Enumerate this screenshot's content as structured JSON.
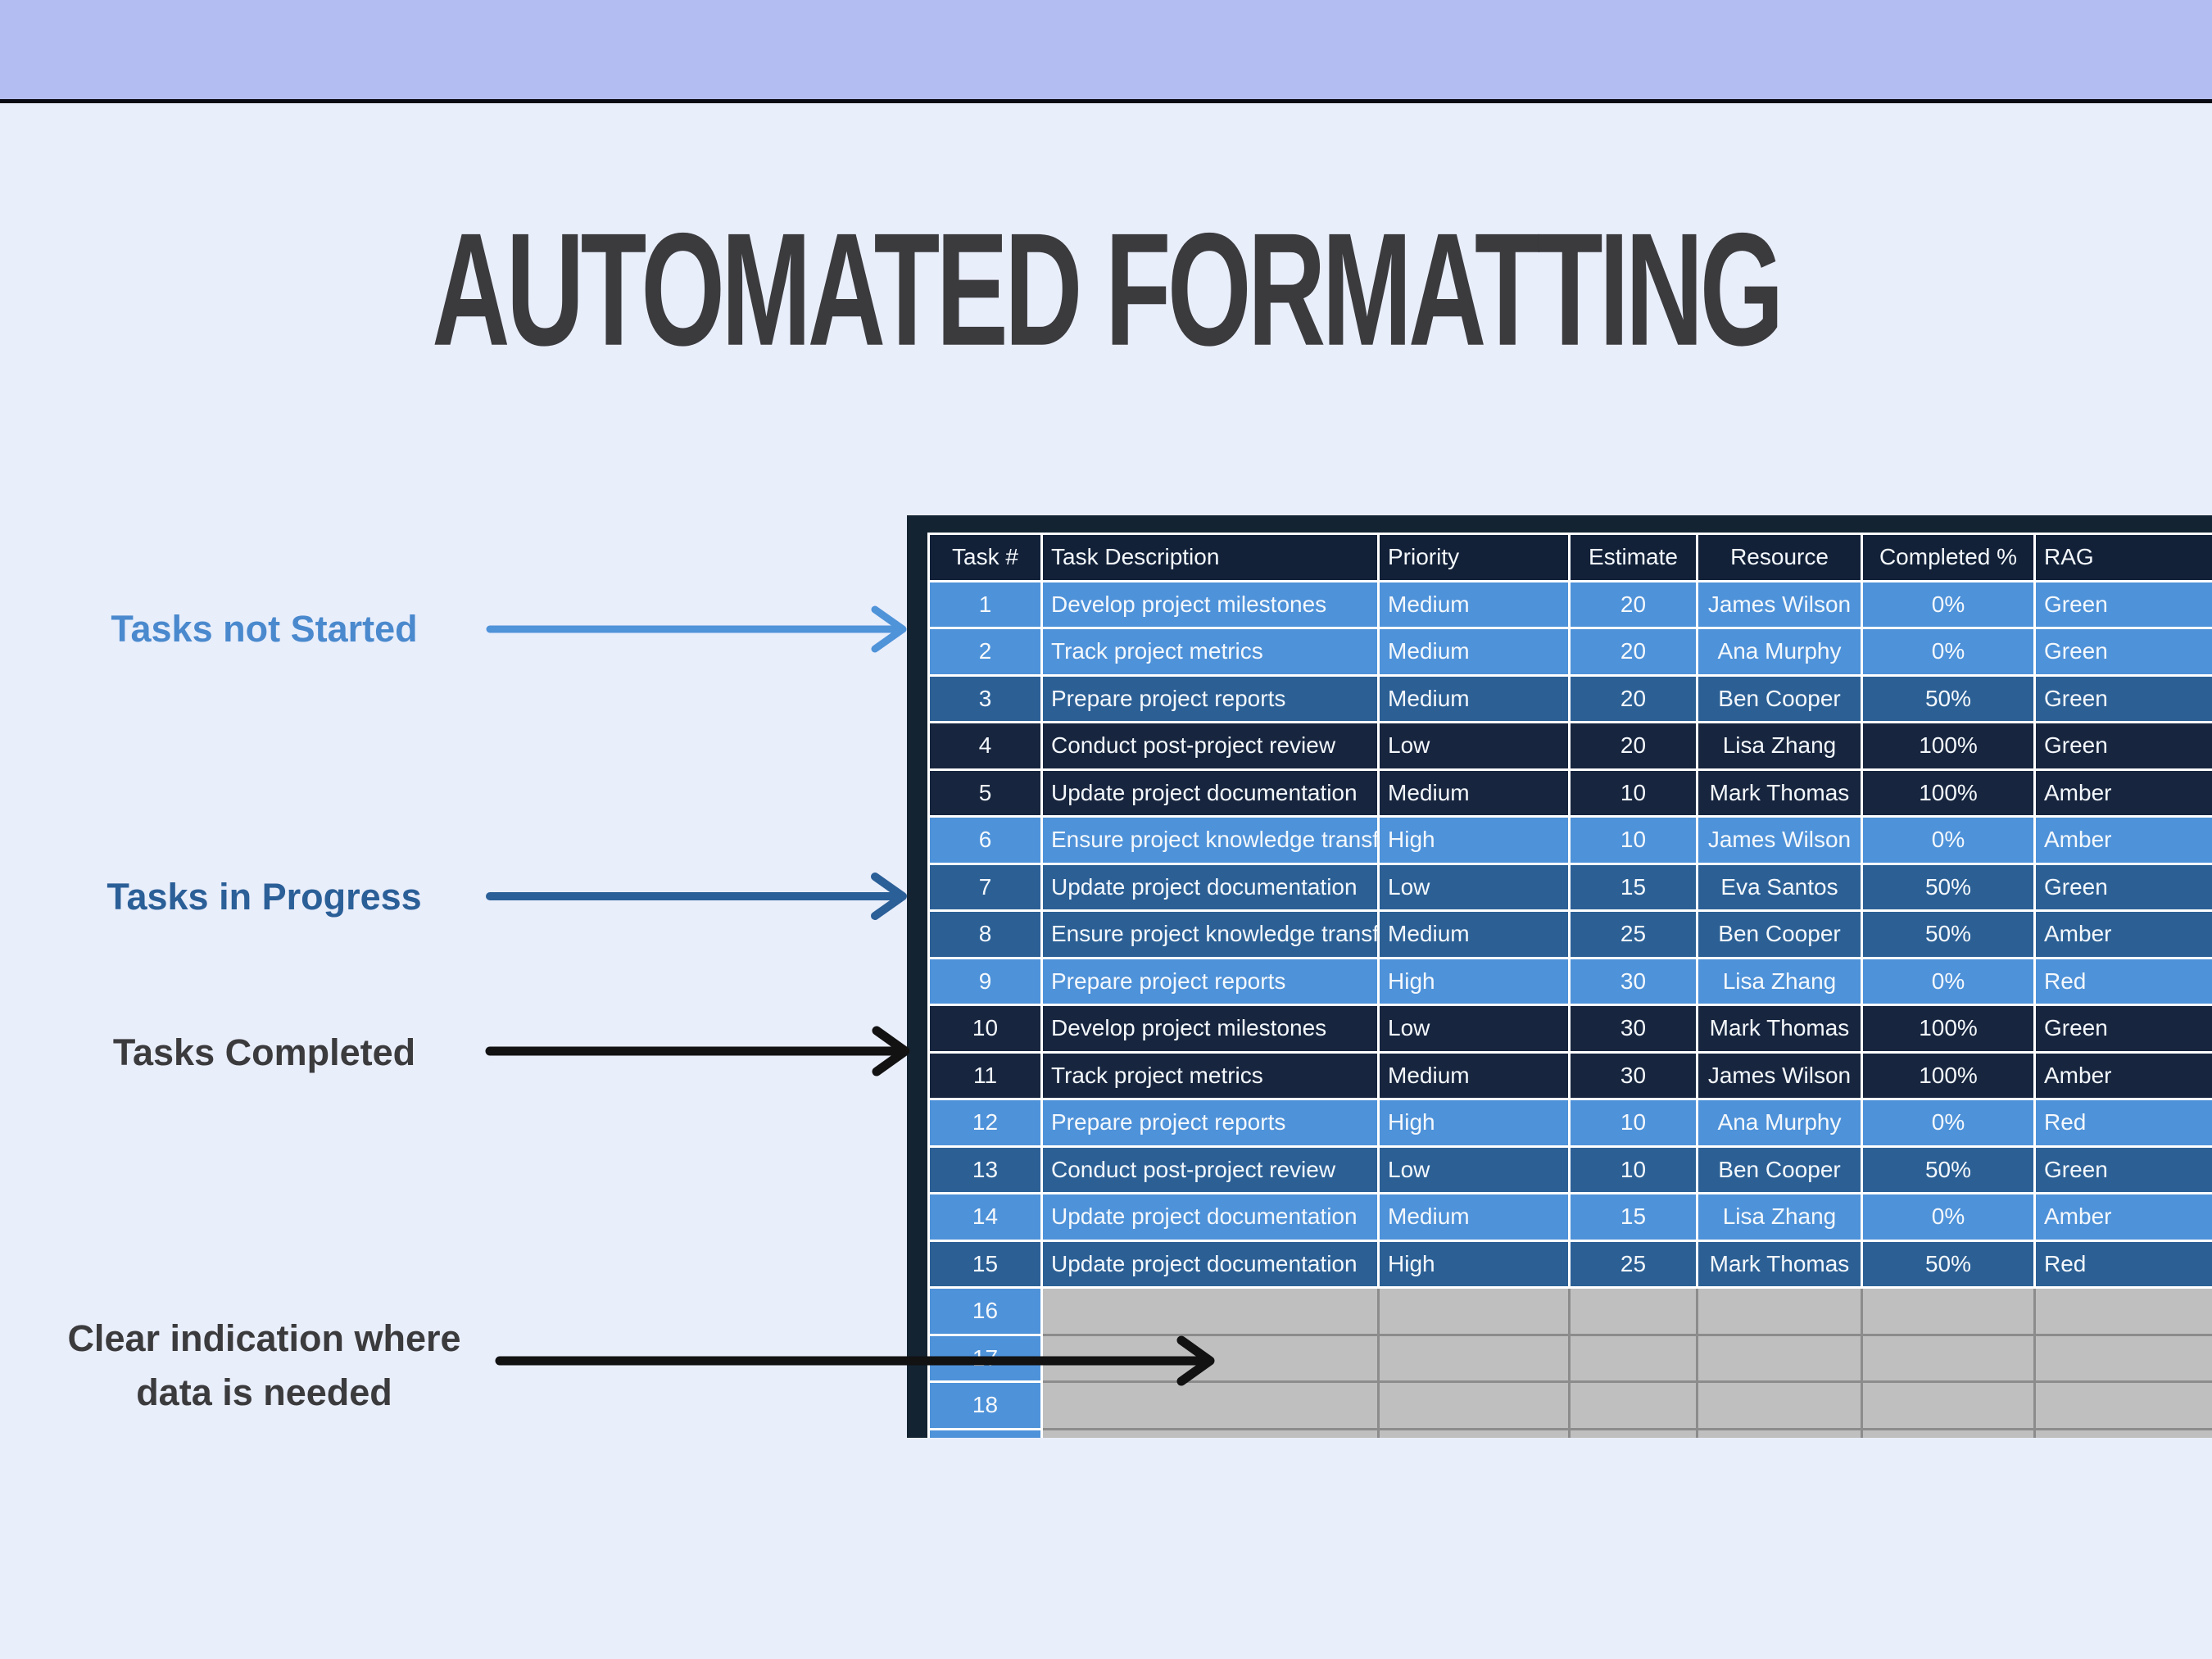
{
  "title": "AUTOMATED FORMATTING",
  "annotations": {
    "not_started": {
      "label": "Tasks not Started",
      "color": "#4A89CD"
    },
    "in_progress": {
      "label": "Tasks in Progress",
      "color": "#2B5F97"
    },
    "completed": {
      "label": "Tasks Completed",
      "color": "#3B3B3D"
    },
    "data_needed": {
      "label_line1": "Clear indication where",
      "label_line2": "data is needed",
      "color": "#3B3B3D"
    }
  },
  "table": {
    "columns": [
      "Task #",
      "Task Description",
      "Priority",
      "Estimate",
      "Resource",
      "Completed %",
      "RAG"
    ],
    "state_colors": {
      "not_started": "#4E92D9",
      "in_progress": "#2C6095",
      "completed": "#17253E",
      "empty": "#BFBFBF",
      "header": "#122138",
      "panel": "#132331"
    },
    "rows": [
      {
        "num": "1",
        "desc": "Develop project milestones",
        "priority": "Medium",
        "estimate": "20",
        "resource": "James Wilson",
        "completed": "0%",
        "rag": "Green",
        "state": "not_started"
      },
      {
        "num": "2",
        "desc": "Track project metrics",
        "priority": "Medium",
        "estimate": "20",
        "resource": "Ana Murphy",
        "completed": "0%",
        "rag": "Green",
        "state": "not_started"
      },
      {
        "num": "3",
        "desc": "Prepare project reports",
        "priority": "Medium",
        "estimate": "20",
        "resource": "Ben Cooper",
        "completed": "50%",
        "rag": "Green",
        "state": "in_progress"
      },
      {
        "num": "4",
        "desc": "Conduct post-project review",
        "priority": "Low",
        "estimate": "20",
        "resource": "Lisa Zhang",
        "completed": "100%",
        "rag": "Green",
        "state": "completed"
      },
      {
        "num": "5",
        "desc": "Update project documentation",
        "priority": "Medium",
        "estimate": "10",
        "resource": "Mark Thomas",
        "completed": "100%",
        "rag": "Amber",
        "state": "completed"
      },
      {
        "num": "6",
        "desc": "Ensure project knowledge transf",
        "priority": "High",
        "estimate": "10",
        "resource": "James Wilson",
        "completed": "0%",
        "rag": "Amber",
        "state": "not_started"
      },
      {
        "num": "7",
        "desc": "Update project documentation",
        "priority": "Low",
        "estimate": "15",
        "resource": "Eva Santos",
        "completed": "50%",
        "rag": "Green",
        "state": "in_progress"
      },
      {
        "num": "8",
        "desc": "Ensure project knowledge transf",
        "priority": "Medium",
        "estimate": "25",
        "resource": "Ben Cooper",
        "completed": "50%",
        "rag": "Amber",
        "state": "in_progress"
      },
      {
        "num": "9",
        "desc": "Prepare project reports",
        "priority": "High",
        "estimate": "30",
        "resource": "Lisa Zhang",
        "completed": "0%",
        "rag": "Red",
        "state": "not_started"
      },
      {
        "num": "10",
        "desc": "Develop project milestones",
        "priority": "Low",
        "estimate": "30",
        "resource": "Mark Thomas",
        "completed": "100%",
        "rag": "Green",
        "state": "completed"
      },
      {
        "num": "11",
        "desc": "Track project metrics",
        "priority": "Medium",
        "estimate": "30",
        "resource": "James Wilson",
        "completed": "100%",
        "rag": "Amber",
        "state": "completed"
      },
      {
        "num": "12",
        "desc": "Prepare project reports",
        "priority": "High",
        "estimate": "10",
        "resource": "Ana Murphy",
        "completed": "0%",
        "rag": "Red",
        "state": "not_started"
      },
      {
        "num": "13",
        "desc": "Conduct post-project review",
        "priority": "Low",
        "estimate": "10",
        "resource": "Ben Cooper",
        "completed": "50%",
        "rag": "Green",
        "state": "in_progress"
      },
      {
        "num": "14",
        "desc": "Update project documentation",
        "priority": "Medium",
        "estimate": "15",
        "resource": "Lisa Zhang",
        "completed": "0%",
        "rag": "Amber",
        "state": "not_started"
      },
      {
        "num": "15",
        "desc": "Update project documentation",
        "priority": "High",
        "estimate": "25",
        "resource": "Mark Thomas",
        "completed": "50%",
        "rag": "Red",
        "state": "in_progress"
      },
      {
        "num": "16",
        "desc": "",
        "priority": "",
        "estimate": "",
        "resource": "",
        "completed": "",
        "rag": "",
        "state": "empty"
      },
      {
        "num": "17",
        "desc": "",
        "priority": "",
        "estimate": "",
        "resource": "",
        "completed": "",
        "rag": "",
        "state": "empty"
      },
      {
        "num": "18",
        "desc": "",
        "priority": "",
        "estimate": "",
        "resource": "",
        "completed": "",
        "rag": "",
        "state": "empty"
      },
      {
        "num": "",
        "desc": "",
        "priority": "",
        "estimate": "",
        "resource": "",
        "completed": "",
        "rag": "",
        "state": "empty"
      }
    ]
  }
}
